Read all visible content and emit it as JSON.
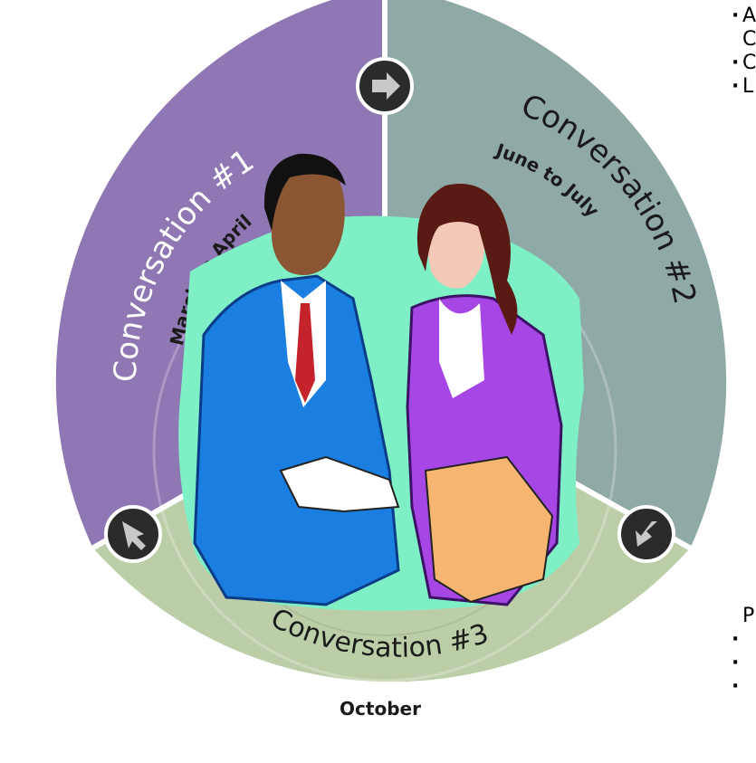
{
  "segments": [
    {
      "title": "Conversation #1",
      "subtitle": "March to April",
      "color": "#8e77b2"
    },
    {
      "title": "Conversation #2",
      "subtitle": "June to July",
      "color": "#8fa9a6"
    },
    {
      "title": "Conversation #3",
      "subtitle": "October",
      "color": "#bccea7"
    }
  ],
  "side_text": {
    "top_lines": [
      "A",
      "C",
      "C",
      "L"
    ],
    "bottom_lines": [
      "P",
      "",
      "",
      ""
    ]
  },
  "colors": {
    "arrow_badge": "#2b2b2b",
    "arrow": "#c8c8c8",
    "hub": "#6f6a63",
    "blob": "#7ff0c6"
  }
}
